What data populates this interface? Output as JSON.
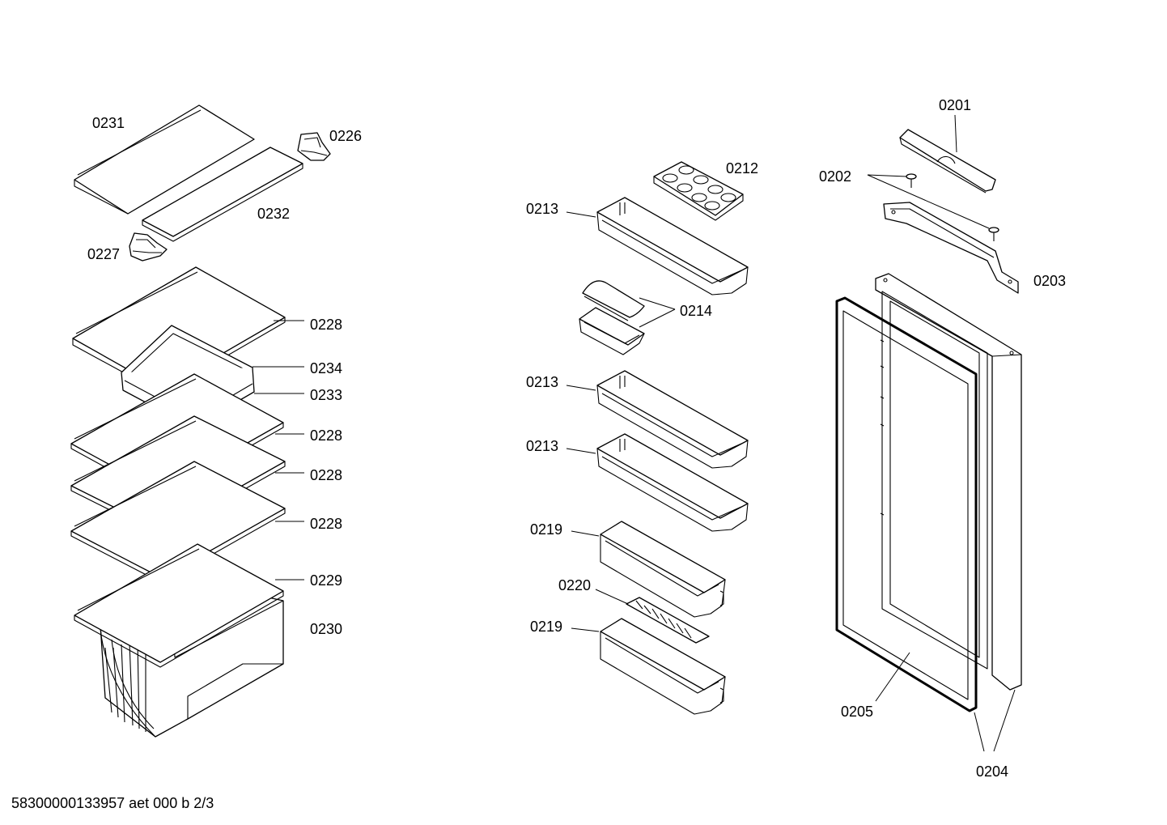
{
  "labels": {
    "p0231": "0231",
    "p0226": "0226",
    "p0232": "0232",
    "p0227": "0227",
    "p0228a": "0228",
    "p0234": "0234",
    "p0233": "0233",
    "p0228b": "0228",
    "p0228c": "0228",
    "p0228d": "0228",
    "p0229": "0229",
    "p0230": "0230",
    "p0212": "0212",
    "p0213a": "0213",
    "p0214": "0214",
    "p0213b": "0213",
    "p0213c": "0213",
    "p0219a": "0219",
    "p0220": "0220",
    "p0219b": "0219",
    "p0201": "0201",
    "p0202": "0202",
    "p0203": "0203",
    "p0205": "0205",
    "p0204": "0204"
  },
  "footer": "58300000133957 aet 000 b 2/3"
}
